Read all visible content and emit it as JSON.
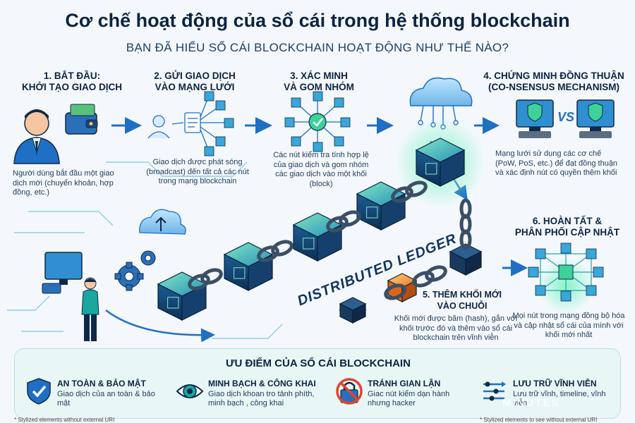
{
  "header": {
    "title": "Cơ chế hoạt động của sổ cái trong hệ thống blockchain",
    "subtitle": "BẠN ĐÃ HIỂU SỔ CÁI BLOCKCHAIN HOẠT ĐỘNG NHƯ THẾ NÀO?"
  },
  "steps": [
    {
      "title_line1": "1. BẮT ĐẦU:",
      "title_line2": "KHỞI TẠO GIAO DỊCH",
      "desc": "Người dùng bắt đầu một giao dịch mới (chuyển khoản, hợp đồng, etc.)"
    },
    {
      "title_line1": "2. GỬI GIAO DỊCH",
      "title_line2": "VÀO MẠNG LƯỚI",
      "desc": "Giao dịch được phát sóng (broadcast) đến tất cả các nút trong mạng blockchain"
    },
    {
      "title_line1": "3. XÁC MINH",
      "title_line2": "VÀ GOM NHÓM",
      "desc": "Các nút kiểm tra tính hợp lệ của giao dịch và gom nhóm các giao dịch vào một khối (block)"
    },
    {
      "title_line1": "4. CHỨNG MINH ĐỒNG THUẬN",
      "title_line2": "(CO-NSENSUS MECHANISM)",
      "desc": "Mạng lưới sử dụng các cơ chế (PoW, PoS, etc.) để đạt đồng thuận và xác định nút có quyền thêm khối"
    },
    {
      "title_line1": "5. THÊM KHỐI MỚI",
      "title_line2": "VÀO CHUỖI",
      "desc": "Khối mới được băm (hash), gắn với khối trước đó và thêm vào sổ cái blockchain trên vĩnh viễn"
    },
    {
      "title_line1": "6. HOÀN TẤT &",
      "title_line2": "PHÂN PHỐI CẬP NHẬT",
      "desc": "Mọi nút trong mạng đồng bộ hóa và cập nhật sổ cái của mình với khối mới nhất"
    }
  ],
  "ledger_label": "DISTRIBUTED LEDGER",
  "vs_label": "VS",
  "benefits": {
    "title": "ƯU ĐIỂM CỦA SỔ CÁI BLOCKCHAIN",
    "items": [
      {
        "title": "AN TOÀN & BẢO MẬT",
        "desc": "Giao dịch của an toàn & bảo mật",
        "icon": "shield-check-icon"
      },
      {
        "title": "MINH BẠCH & CÔNG KHAI",
        "desc": "Giao dịch khoan tro tảnh phíth, minh bạch , công khai",
        "icon": "eye-icon"
      },
      {
        "title": "TRÁNH GIAN LẬN",
        "desc": "Giac nút kiểm dạn hành nhưng hacker",
        "icon": "no-fraud-icon"
      },
      {
        "title": "LƯU TRỮ VĨNH VIỄN",
        "desc": "Lưu trữ vĩnh, timeline, vĩnh viễn",
        "icon": "timeline-icon"
      }
    ]
  },
  "footnote_left": "* Stylized elements without external URI",
  "footnote_right": "* Stylized elements to see without external URI",
  "watermark": "MINUTES",
  "colors": {
    "accent_blue": "#1f6fc4",
    "accent_teal": "#1aa7a0",
    "block_green": "#3ed19a",
    "new_block_orange": "#f39a2b"
  }
}
